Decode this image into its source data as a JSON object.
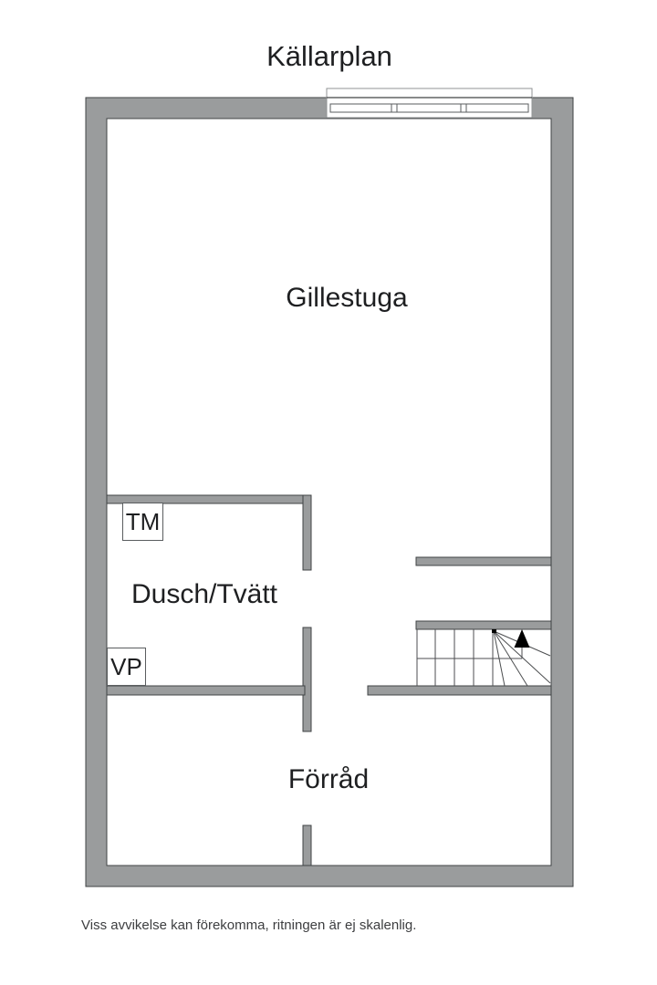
{
  "title": "Källarplan",
  "rooms": [
    {
      "name": "Gillestuga"
    },
    {
      "name": "Dusch/Tvätt"
    },
    {
      "name": "Förråd"
    }
  ],
  "appliances": [
    {
      "label": "TM"
    },
    {
      "label": "VP"
    }
  ],
  "footer": "Viss avvikelse kan förekomma, ritningen är ej skalenlig.",
  "colors": {
    "wall_fill": "#9a9c9d",
    "wall_outline": "#404345",
    "stair_line": "#4c4e50",
    "window_line": "#5a5d5f",
    "arrow": "#000000",
    "text": "#1e1f21",
    "footer_text": "#3d3e40",
    "background": "#ffffff"
  }
}
